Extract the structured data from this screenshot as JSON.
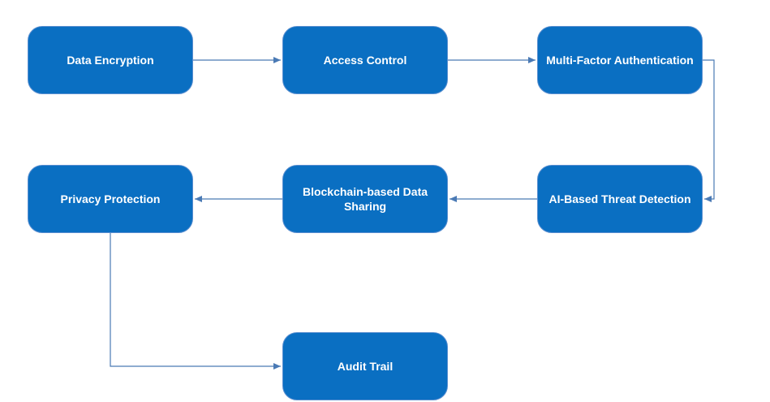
{
  "diagram": {
    "node_color": "#0a6fc2",
    "connector_color": "#4a7ab5",
    "nodes": {
      "data_encryption": "Data Encryption",
      "access_control": "Access Control",
      "multi_factor_authentication": "Multi-Factor Authentication",
      "ai_threat_detection": "AI-Based Threat Detection",
      "blockchain_data_sharing": "Blockchain-based Data Sharing",
      "privacy_protection": "Privacy Protection",
      "audit_trail": "Audit Trail"
    },
    "edges": [
      [
        "data_encryption",
        "access_control"
      ],
      [
        "access_control",
        "multi_factor_authentication"
      ],
      [
        "multi_factor_authentication",
        "ai_threat_detection"
      ],
      [
        "ai_threat_detection",
        "blockchain_data_sharing"
      ],
      [
        "blockchain_data_sharing",
        "privacy_protection"
      ],
      [
        "privacy_protection",
        "audit_trail"
      ]
    ]
  }
}
